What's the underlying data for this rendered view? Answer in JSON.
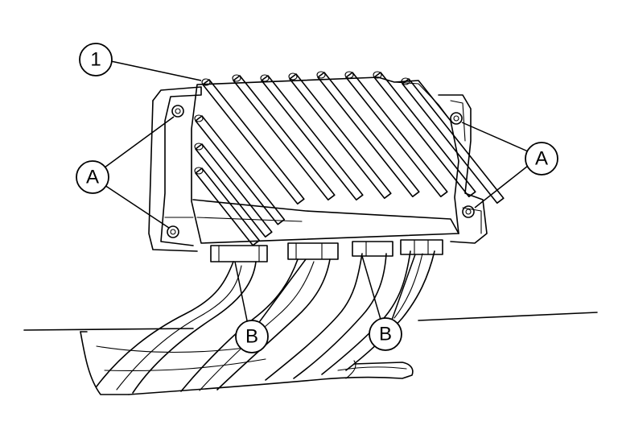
{
  "callouts": {
    "part_1": "1",
    "bolt_left": "A",
    "bolt_right": "A",
    "connector_left": "B",
    "connector_right": "B"
  }
}
